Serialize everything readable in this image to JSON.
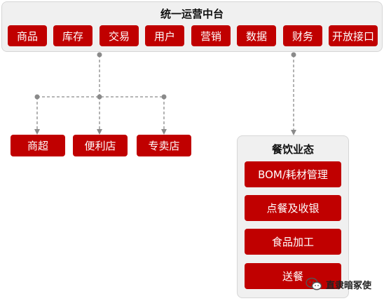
{
  "platform": {
    "title": "统一运营中台",
    "modules": [
      "商品",
      "库存",
      "交易",
      "用户",
      "营销",
      "数据",
      "财务",
      "开放接口"
    ]
  },
  "retail_formats": [
    "商超",
    "便利店",
    "专卖店"
  ],
  "catering": {
    "title": "餐饮业态",
    "items": [
      "BOM/耗材管理",
      "点餐及收银",
      "食品加工",
      "送餐"
    ]
  },
  "watermark": {
    "text": "直隶暗冢使",
    "icon": "wechat-icon"
  },
  "colors": {
    "accent": "#c00000",
    "panel": "#f0f0f0",
    "connector": "#8a8a8a"
  }
}
